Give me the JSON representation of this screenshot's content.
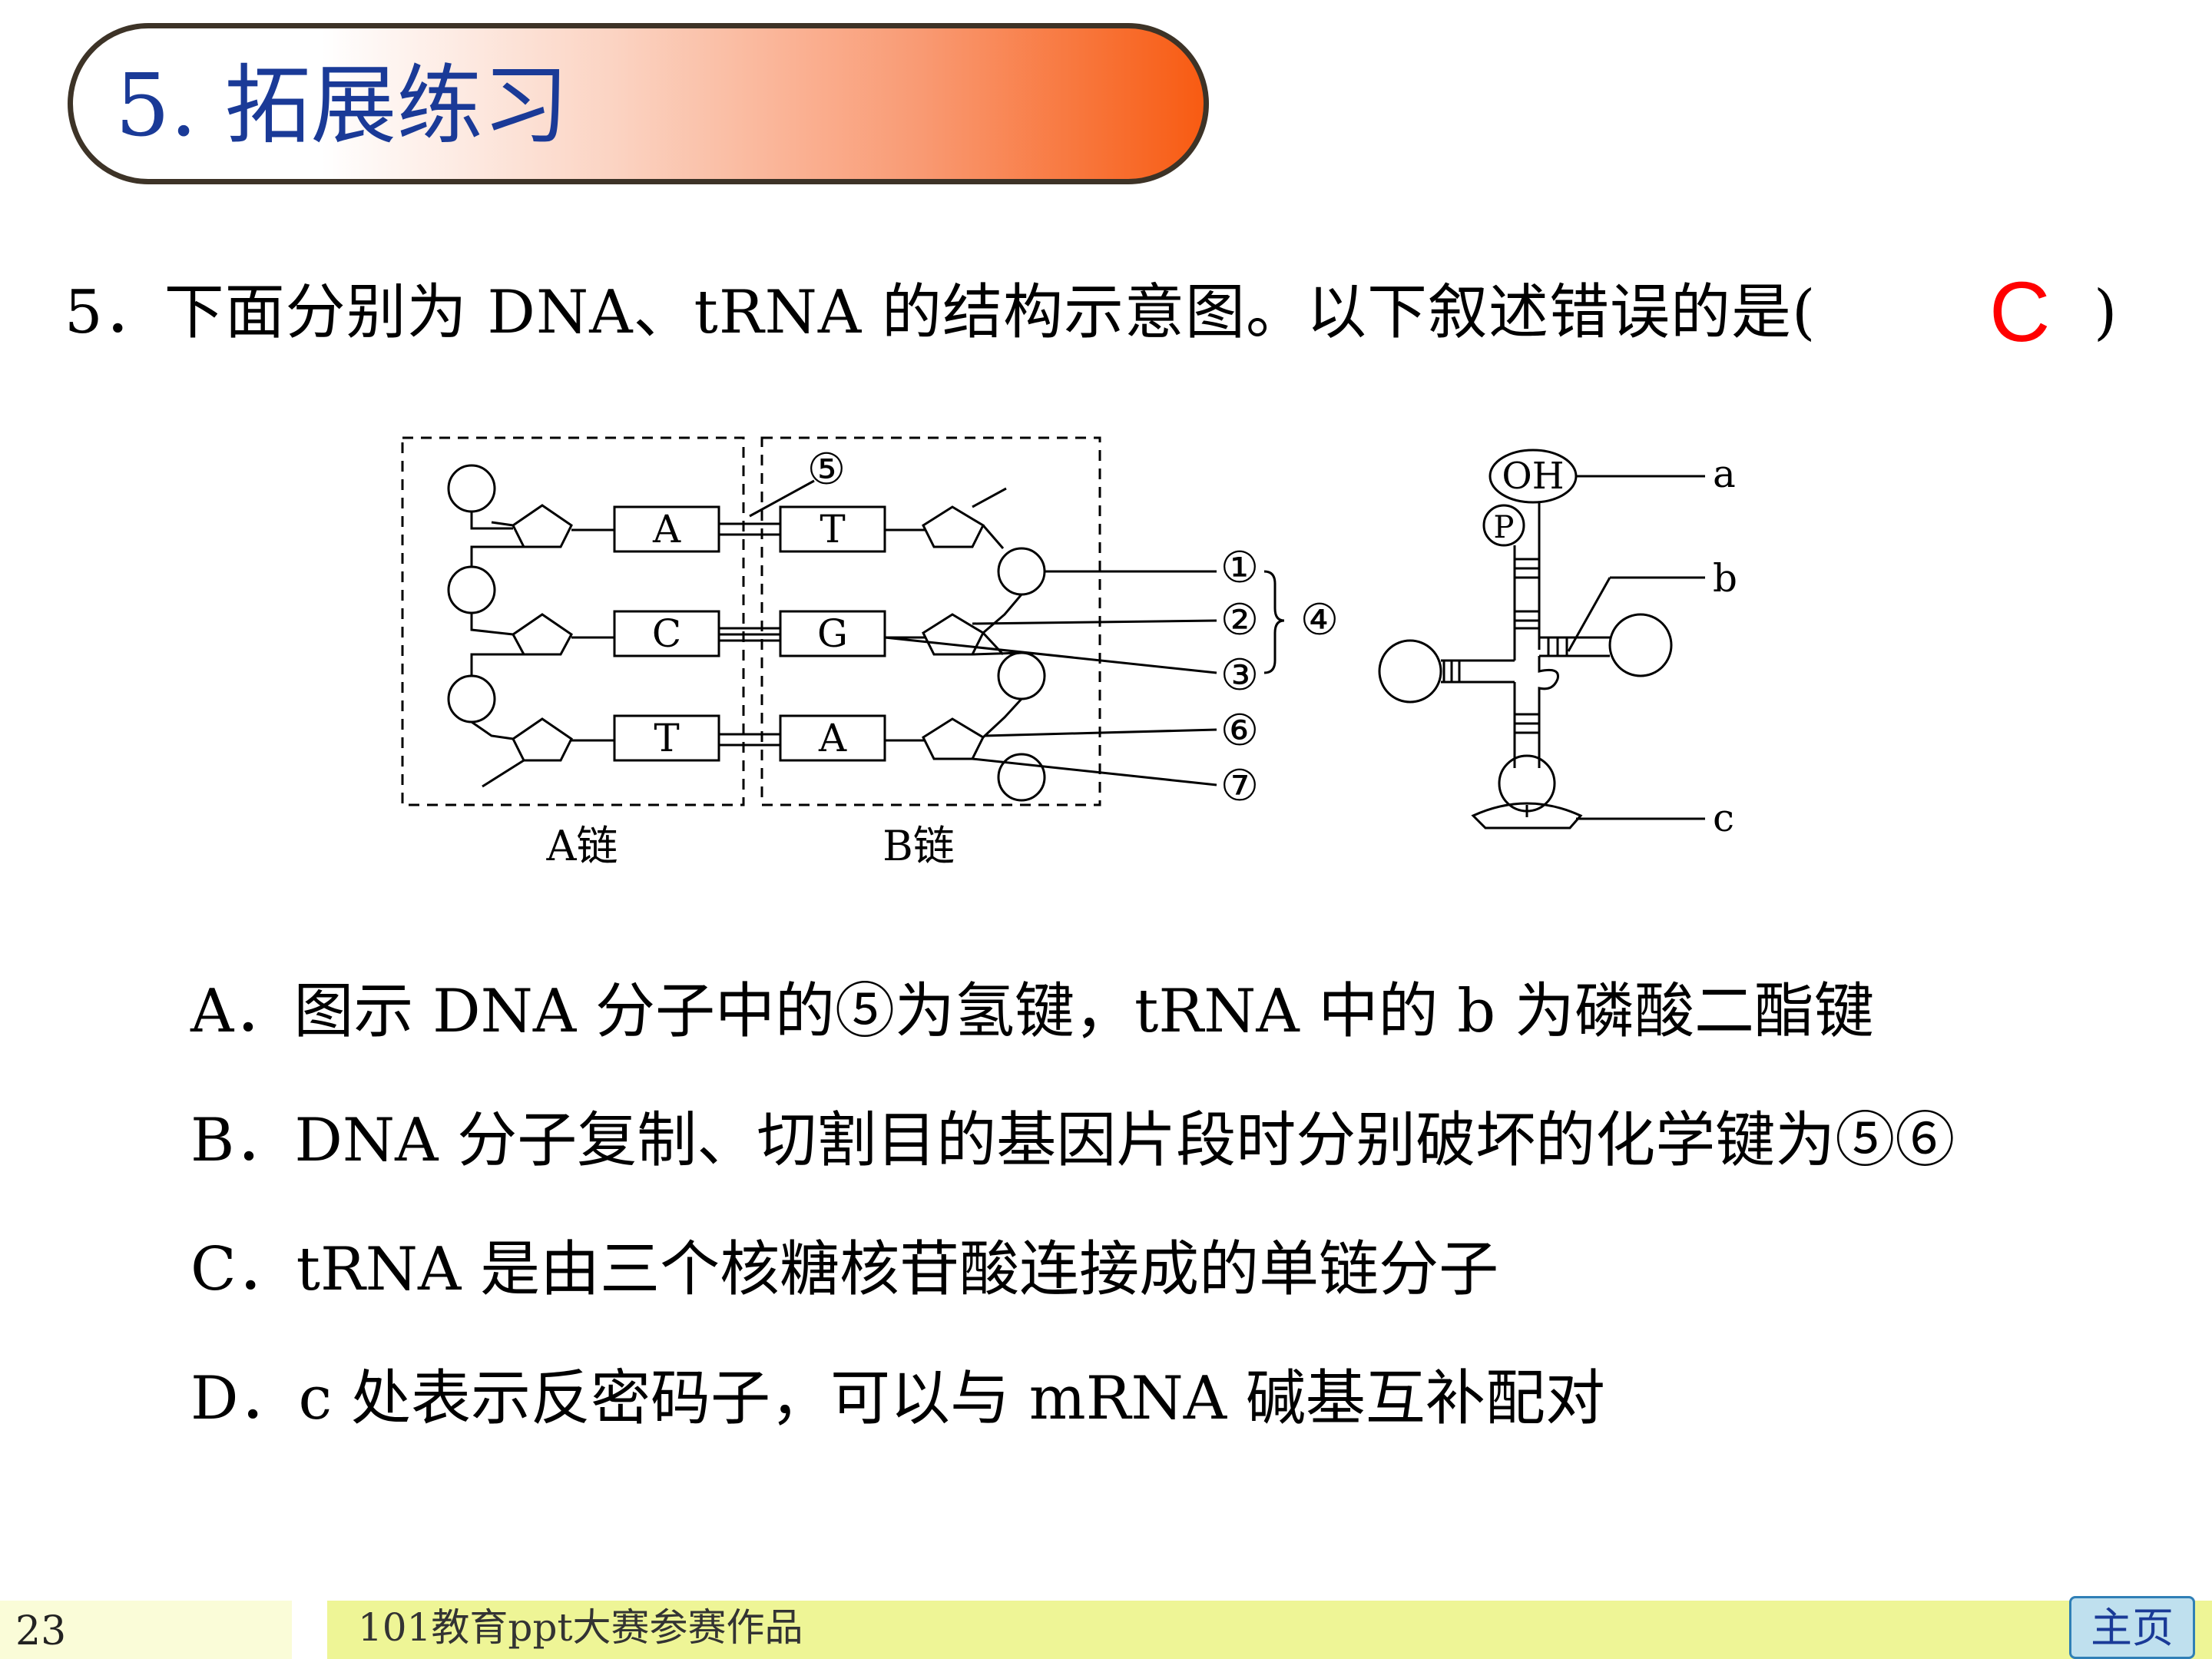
{
  "header": {
    "title": "5. 拓展练习"
  },
  "question": {
    "text": "5．下面分别为 DNA、tRNA 的结构示意图。以下叙述错误的是(",
    "answer": "C",
    "close": ")"
  },
  "diagram": {
    "dna": {
      "chain_a_bases": [
        "A",
        "C",
        "T"
      ],
      "chain_b_bases": [
        "T",
        "G",
        "A"
      ],
      "chain_a_label": "A链",
      "chain_b_label": "B链",
      "markers": [
        "⑤",
        "①",
        "②",
        "③",
        "④",
        "⑥",
        "⑦"
      ]
    },
    "trna": {
      "oh": "OH",
      "p": "P",
      "labels": [
        "a",
        "b",
        "c"
      ]
    }
  },
  "options": [
    "A．图示 DNA 分子中的⑤为氢键，tRNA 中的 b 为磷酸二酯键",
    "B．DNA 分子复制、切割目的基因片段时分别破坏的化学键为⑤⑥",
    "C．tRNA 是由三个核糖核苷酸连接成的单链分子",
    "D．c 处表示反密码子，可以与 mRNA 碱基互补配对"
  ],
  "footer": {
    "page_number": "23",
    "brand": "101教育ppt大赛参赛作品",
    "home_button": "主页"
  },
  "colors": {
    "title_text": "#1a3a97",
    "answer": "#ff0000",
    "footer_bar": "#eef596",
    "home_button_bg": "#bfe0ee"
  }
}
